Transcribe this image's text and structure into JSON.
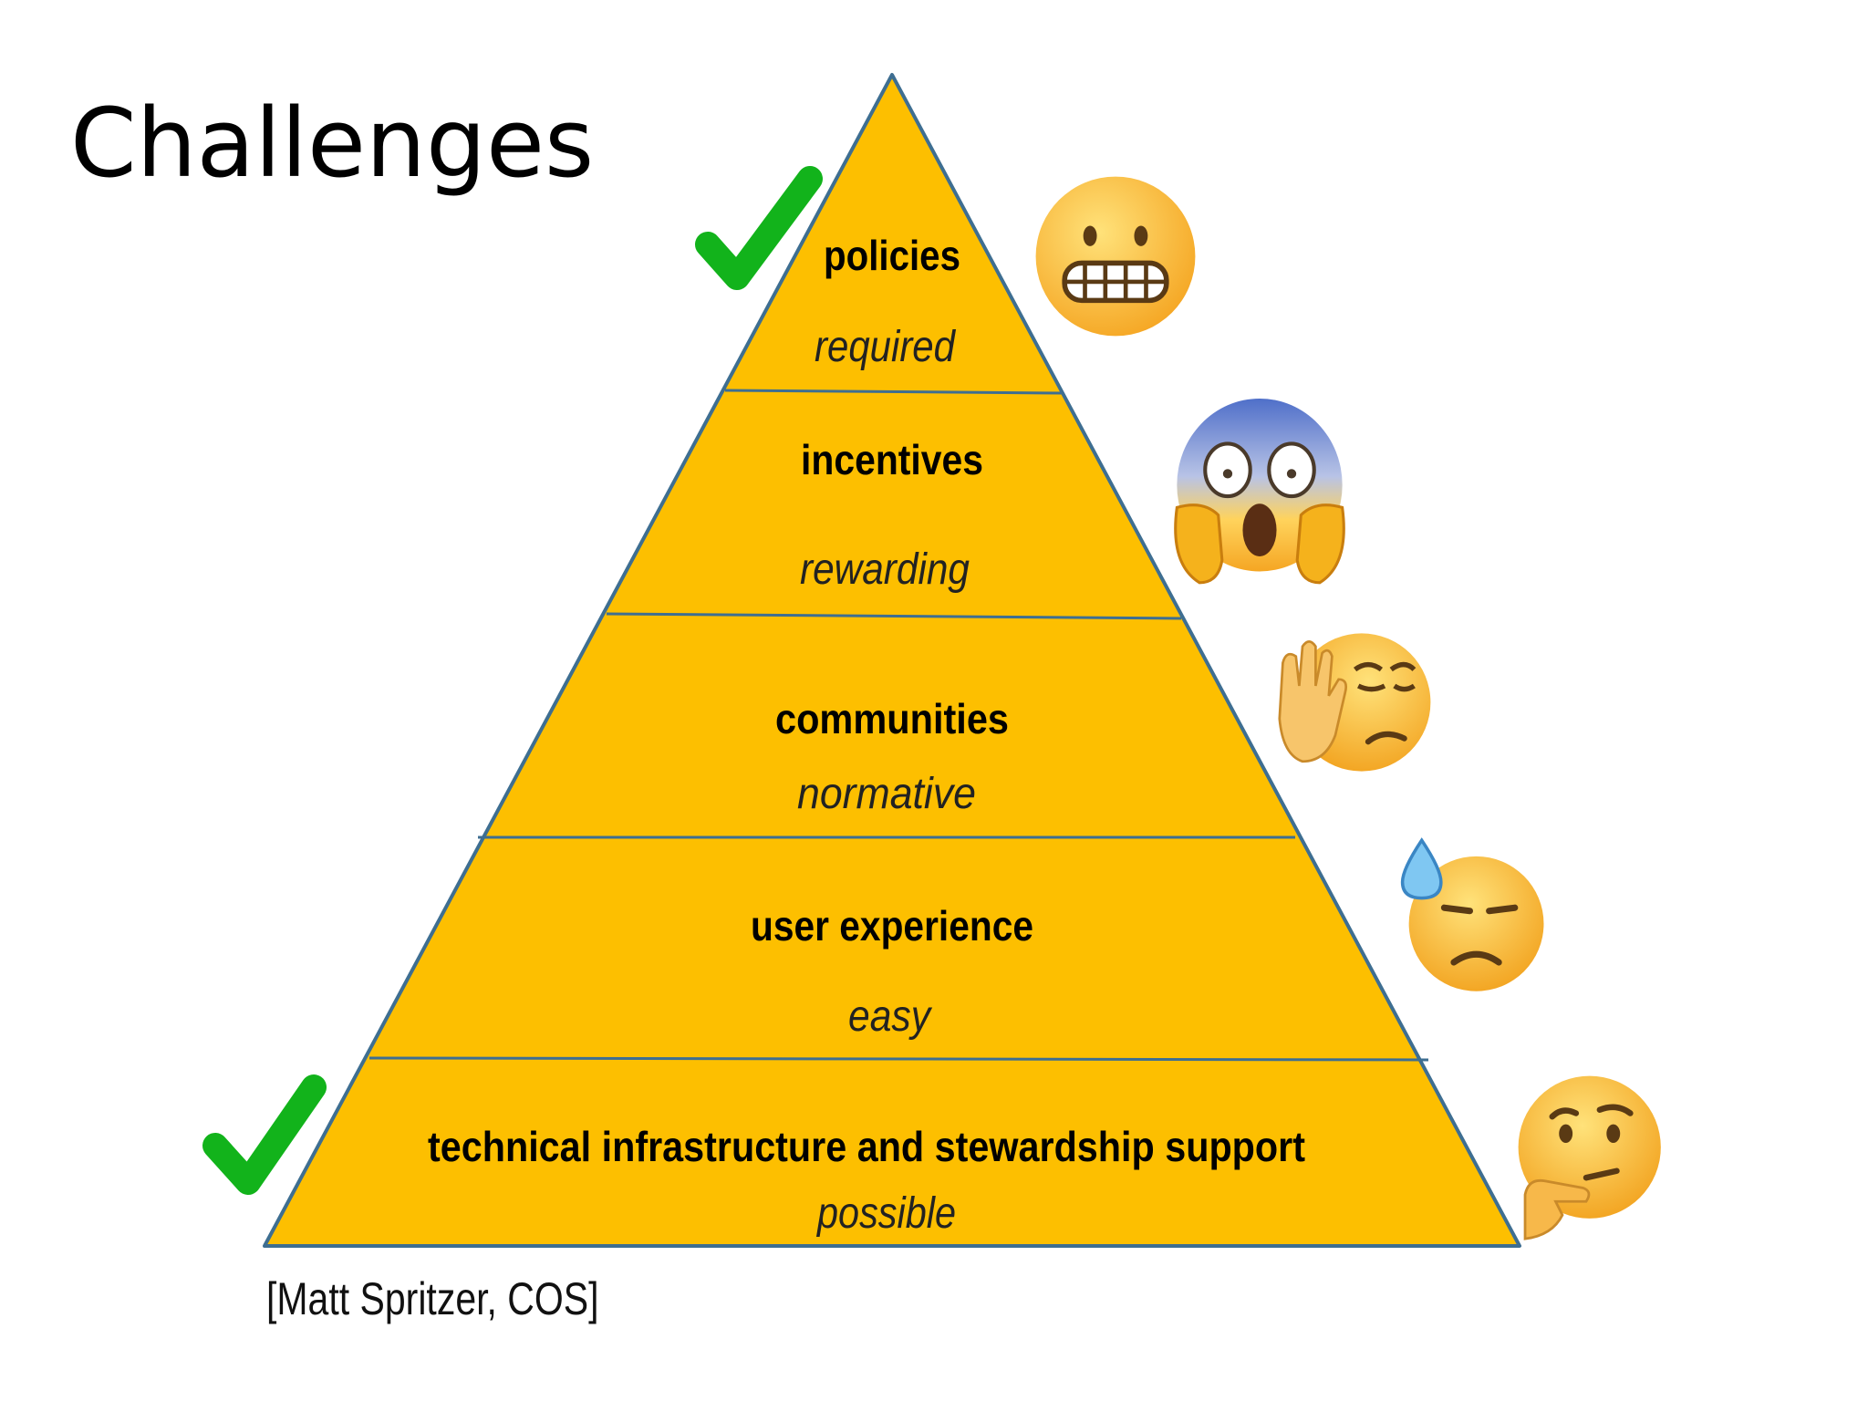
{
  "slide": {
    "title": "Challenges",
    "citation": "[Matt Spritzer, COS]"
  },
  "colors": {
    "pyramid_fill": "#FDBF00",
    "divider": "#3E6E91",
    "check": "#12B31B",
    "emoji_face": "#FFC93A"
  },
  "pyramid": {
    "levels": [
      {
        "name": "policies",
        "quality": "required",
        "checked": true,
        "emoji": "grimacing-face"
      },
      {
        "name": "incentives",
        "quality": "rewarding",
        "checked": false,
        "emoji": "face-screaming-in-fear"
      },
      {
        "name": "communities",
        "quality": "normative",
        "checked": false,
        "emoji": "face-palm"
      },
      {
        "name": "user experience",
        "quality": "easy",
        "checked": false,
        "emoji": "downcast-face-with-sweat"
      },
      {
        "name": "technical infrastructure and stewardship support",
        "quality": "possible",
        "checked": true,
        "emoji": "thinking-face"
      }
    ]
  }
}
